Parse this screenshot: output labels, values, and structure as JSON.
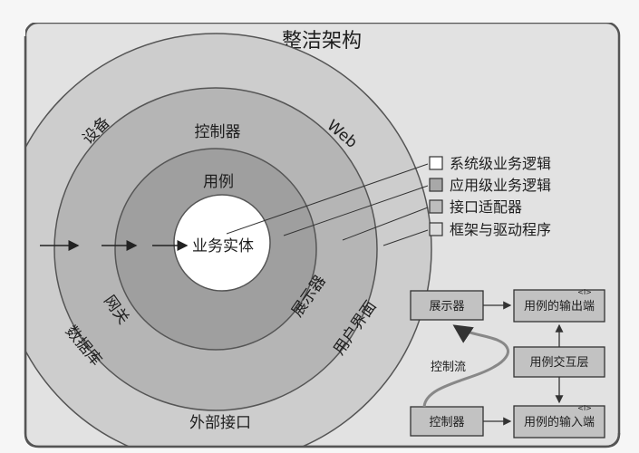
{
  "title": "整洁架构",
  "rings": {
    "outer_labels": [
      "设备",
      "Web",
      "数据库",
      "用户界面",
      "外部接口"
    ],
    "adapter_labels": [
      "控制器",
      "网关",
      "展示器"
    ],
    "usecase_label": "用例",
    "core_label": "业务实体"
  },
  "legend": [
    {
      "label": "系统级业务逻辑",
      "color": "#ffffff"
    },
    {
      "label": "应用级业务逻辑",
      "color": "#a8a8a8"
    },
    {
      "label": "接口适配器",
      "color": "#bdbdbd"
    },
    {
      "label": "框架与驱动程序",
      "color": "#dcdcdc"
    }
  ],
  "flow": {
    "presenter": "展示器",
    "usecase_output": "用例的输出端",
    "interactor": "用例交互层",
    "controller": "控制器",
    "usecase_input": "用例的输入端",
    "control_flow": "控制流",
    "interface_marker": "<I>"
  },
  "colors": {
    "frame_bg": "#e2e2e2",
    "ring_outer": "#cdcdcd",
    "ring_adapters": "#b5b5b5",
    "ring_usecases": "#9f9f9f",
    "core": "#ffffff",
    "box_fill": "#c2c2c2"
  }
}
